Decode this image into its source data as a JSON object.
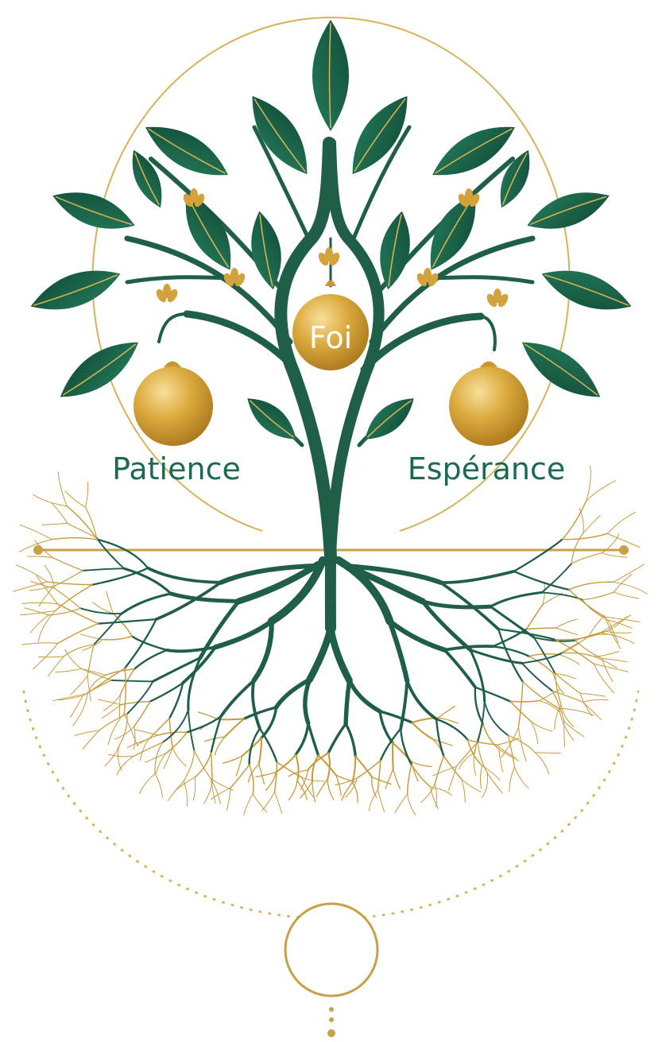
{
  "labels": {
    "center_fruit": "Foi",
    "left_fruit": "Patience",
    "right_fruit": "Espérance"
  },
  "colors": {
    "trunk_green": "#1f5e47",
    "leaf_green": "#1b6a4e",
    "gold": "#d0a33a",
    "gold_light": "#e2c16b",
    "label_green": "#1a6a52",
    "fruit_text": "#ffffff",
    "background": "#ffffff"
  },
  "icons": {
    "tree": "tree-of-life-illustration",
    "root_circle": "empty-circle-badge"
  }
}
